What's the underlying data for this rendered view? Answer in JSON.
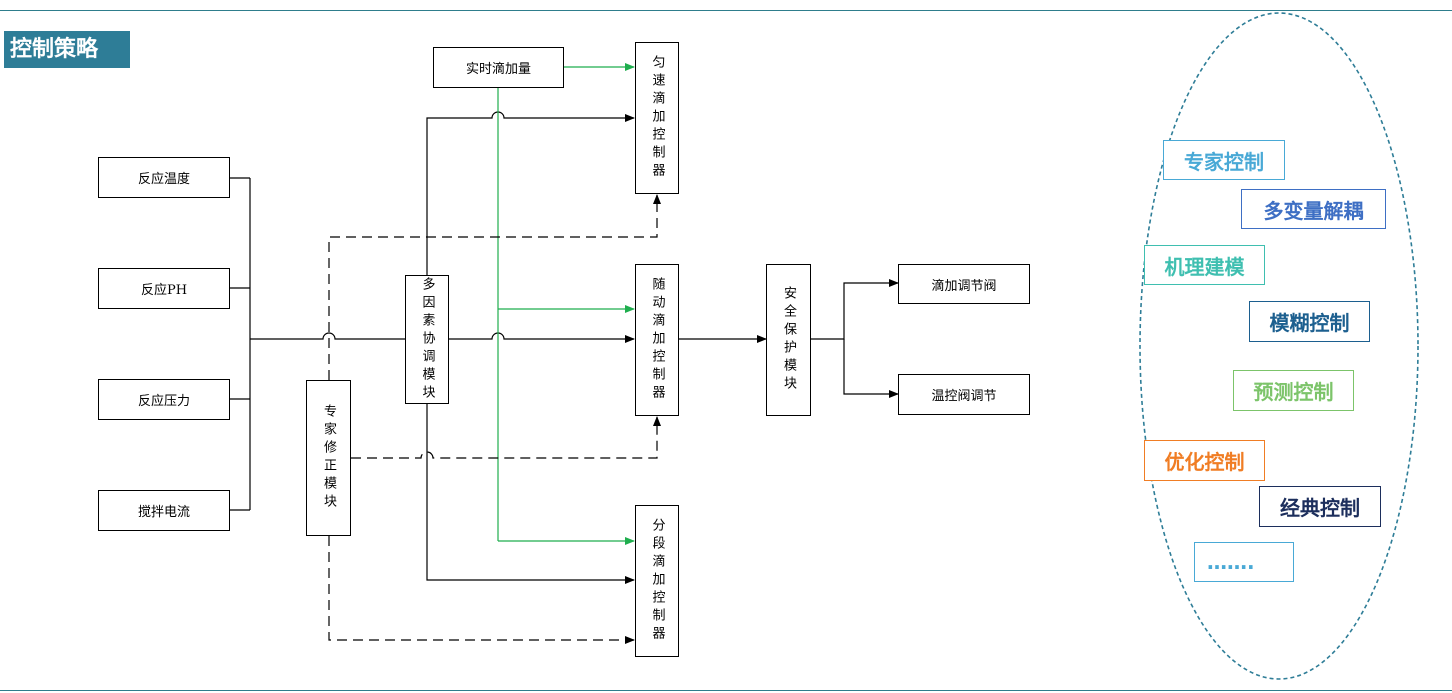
{
  "section_title": "控制策略",
  "inputs": [
    "反应温度",
    "反应PH",
    "反应压力",
    "搅拌电流"
  ],
  "expert_module": "专家修正模块",
  "multi_factor_module": "多因素协调模块",
  "realtime_drip": "实时滴加量",
  "controllers": {
    "uniform": "匀速滴加控制器",
    "follow": "随动滴加控制器",
    "segment": "分段滴加控制器"
  },
  "safety_module": "安全保护模块",
  "outputs": [
    "滴加调节阀",
    "温控阀调节"
  ],
  "methods": [
    {
      "label": "专家控制",
      "color": "#49a9d6"
    },
    {
      "label": "多变量解耦",
      "color": "#3e6fc4"
    },
    {
      "label": "机理建模",
      "color": "#3fbfb0"
    },
    {
      "label": "模糊控制",
      "color": "#1c5f8f"
    },
    {
      "label": "预测控制",
      "color": "#7cc46a"
    },
    {
      "label": "优化控制",
      "color": "#f07d24"
    },
    {
      "label": "经典控制",
      "color": "#1c2e5c"
    },
    {
      "label": "…….",
      "color": "#49a9d6"
    }
  ],
  "colors": {
    "accent": "#2e7d97",
    "green_line": "#1fae4e",
    "ellipse": "#2e7d97"
  }
}
